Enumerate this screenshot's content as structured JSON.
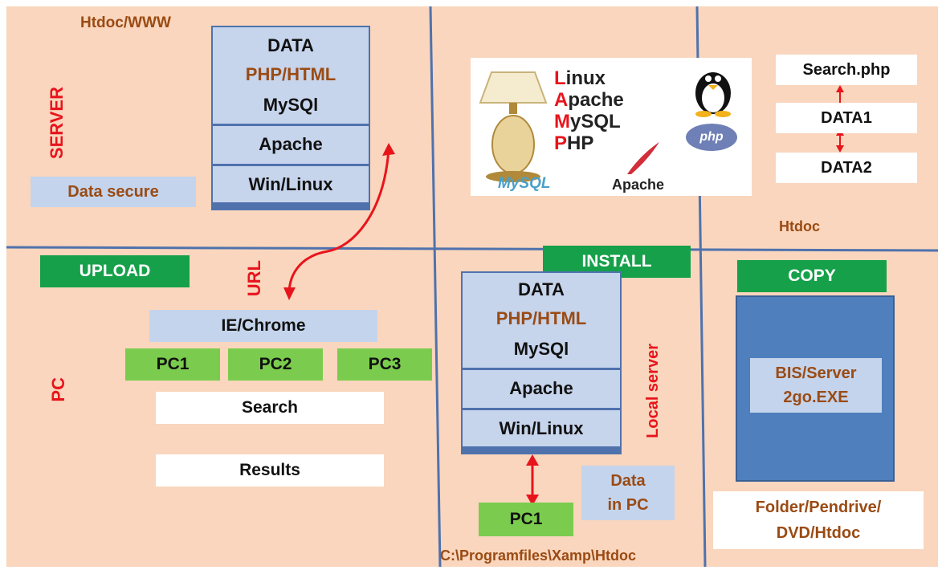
{
  "server": {
    "path_label": "Htdoc/WWW",
    "side_label": "SERVER",
    "data_secure": "Data secure",
    "stack": [
      "DATA",
      "PHP/HTML",
      "MySQl",
      "Apache",
      "Win/Linux"
    ]
  },
  "lamp": {
    "letters": [
      "L",
      "A",
      "M",
      "P"
    ],
    "words": [
      "inux",
      "pache",
      "ySQL",
      "HP"
    ],
    "mysql_logo": "MySQL",
    "apache_logo": "Apache",
    "php_logo": "php"
  },
  "search_flow": {
    "items": [
      "Search.php",
      "DATA1",
      "DATA2"
    ],
    "htdoc": "Htdoc"
  },
  "pc": {
    "upload": "UPLOAD",
    "url": "URL",
    "side_label": "PC",
    "browser": "IE/Chrome",
    "pcs": [
      "PC1",
      "PC2",
      "PC3"
    ],
    "search": "Search",
    "results": "Results"
  },
  "local": {
    "install": "INSTALL",
    "stack": [
      "DATA",
      "PHP/HTML",
      "MySQl",
      "Apache",
      "Win/Linux"
    ],
    "local_server": "Local server",
    "data_in_pc": [
      "Data",
      "in PC"
    ],
    "pc1": "PC1",
    "path": "C:\\Programfiles\\Xamp\\Htdoc"
  },
  "copy": {
    "label": "COPY",
    "exe": [
      "BIS/Server",
      "2go.EXE"
    ],
    "targets": [
      "Folder/Pendrive/",
      "DVD/Htdoc"
    ]
  },
  "colors": {
    "background": "#f9d6bd",
    "grid_line": "#4f72ad",
    "green": "#16a04a",
    "light_green": "#7bcc4e",
    "light_blue": "#c4d4ec",
    "brown_text": "#9a4b14",
    "red_text": "#e8141c",
    "arrow_red": "#e8141c"
  }
}
